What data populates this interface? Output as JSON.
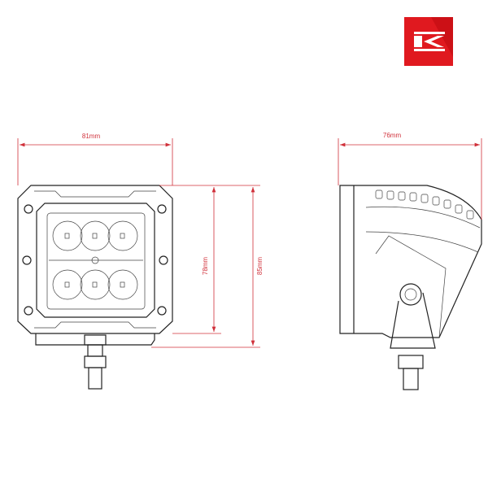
{
  "logo": {
    "letter": "K",
    "color": "#e0191f"
  },
  "dimensions": {
    "front_width": "81mm",
    "front_height_body": "78mm",
    "front_height_total": "85mm",
    "side_depth": "76mm"
  },
  "colors": {
    "dimension": "#d0303a",
    "outline": "#222222"
  }
}
